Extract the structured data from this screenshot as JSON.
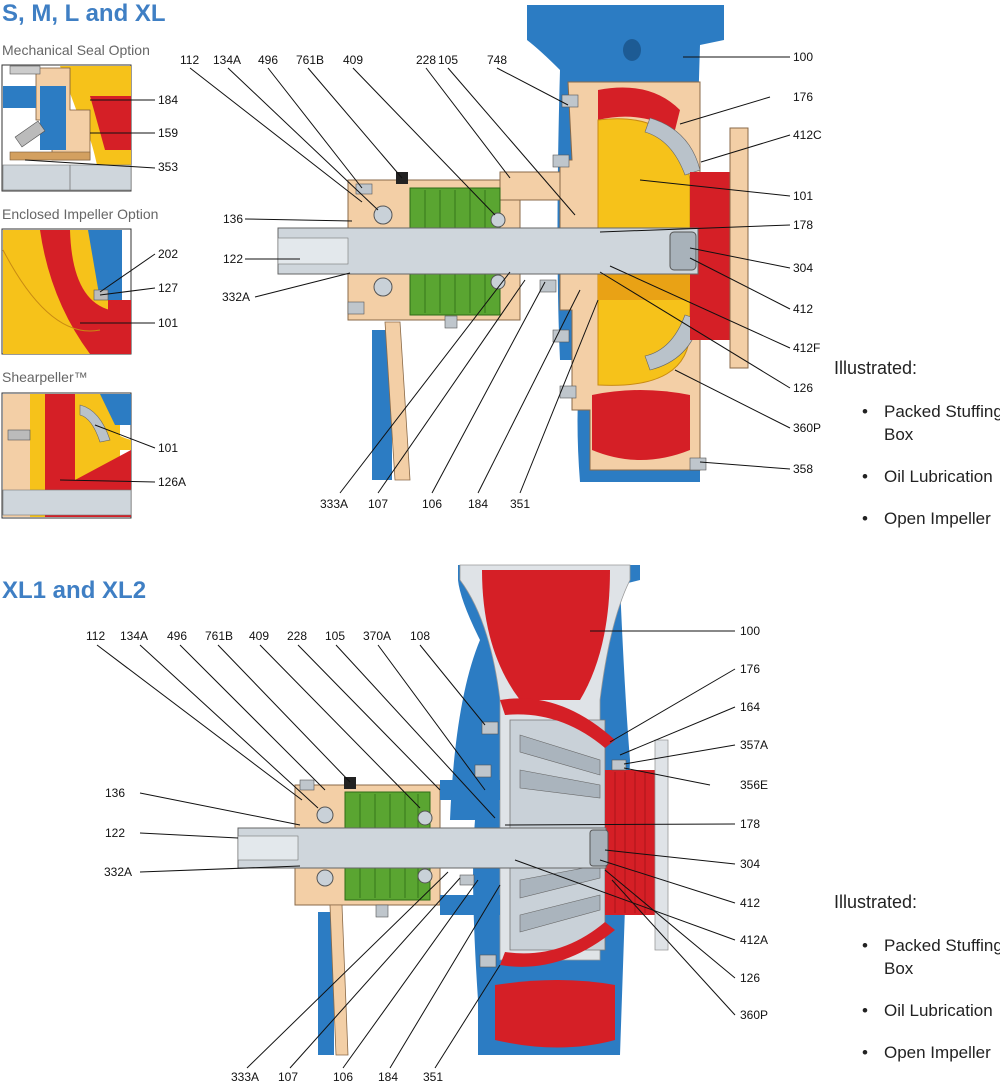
{
  "section1": {
    "title": "S, M, L and XL",
    "insets": {
      "mechanical_seal": "Mechanical Seal Option",
      "enclosed_impeller": "Enclosed Impeller Option",
      "shearpeller": "Shearpeller™"
    },
    "inset_labels": {
      "ms1": "184",
      "ms2": "159",
      "ms3": "353",
      "ei1": "202",
      "ei2": "127",
      "ei3": "101",
      "sh1": "101",
      "sh2": "126A"
    },
    "top_labels": [
      "112",
      "134A",
      "496",
      "761B",
      "409",
      "228",
      "105",
      "748"
    ],
    "left_labels": [
      "136",
      "122",
      "332A"
    ],
    "right_labels": [
      "100",
      "176",
      "412C",
      "101",
      "178",
      "304",
      "412",
      "412F",
      "126",
      "360P",
      "358"
    ],
    "bottom_labels": [
      "333A",
      "107",
      "106",
      "184",
      "351"
    ],
    "illustrated": {
      "heading": "Illustrated:",
      "items": [
        "Packed Stuffing Box",
        "Oil Lubrication",
        "Open Impeller"
      ]
    }
  },
  "section2": {
    "title": "XL1 and XL2",
    "top_labels": [
      "112",
      "134A",
      "496",
      "761B",
      "409",
      "228",
      "105",
      "370A",
      "108"
    ],
    "left_labels": [
      "136",
      "122",
      "332A"
    ],
    "right_labels": [
      "100",
      "176",
      "164",
      "357A",
      "356E",
      "178",
      "304",
      "412",
      "412A",
      "126",
      "360P"
    ],
    "bottom_labels": [
      "333A",
      "107",
      "106",
      "184",
      "351"
    ],
    "illustrated": {
      "heading": "Illustrated:",
      "items": [
        "Packed Stuffing Box",
        "Oil Lubrication",
        "Open Impeller"
      ]
    }
  },
  "colors": {
    "title_blue": "#3f7fc4",
    "casing_blue": "#2c7cc3",
    "impeller_yellow": "#f6c21a",
    "casing_red": "#d51f26",
    "bearing_green": "#5aa531",
    "housing_tan": "#f3cfa6"
  }
}
